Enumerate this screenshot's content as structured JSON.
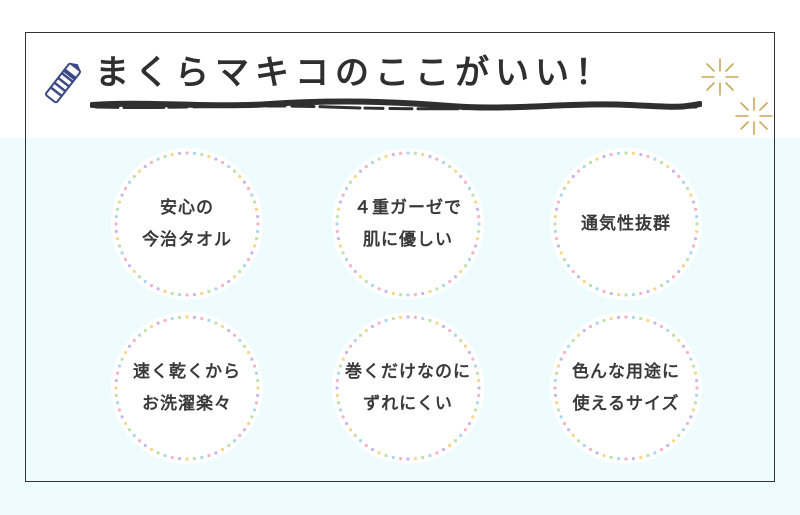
{
  "header": {
    "title": "まくらマキコのここがいい！"
  },
  "features": [
    {
      "line1": "安心の",
      "line2": "今治タオル"
    },
    {
      "line1": "４重ガーゼで",
      "line2": "肌に優しい"
    },
    {
      "line1": "通気性抜群",
      "line2": ""
    },
    {
      "line1": "速く乾くから",
      "line2": "お洗濯楽々"
    },
    {
      "line1": "巻くだけなのに",
      "line2": "ずれにくい"
    },
    {
      "line1": "色んな用途に",
      "line2": "使えるサイズ"
    }
  ],
  "colors": {
    "background_bottom": "#eefcfd",
    "dots": [
      "#f6b3c6",
      "#a9d6f0",
      "#b9e3a8",
      "#f7d58a",
      "#c9b6e8"
    ],
    "spark": "#c8a85a",
    "pencil": "#3b4a86"
  },
  "icons": [
    "pencil-icon",
    "sparkle-icon",
    "sparkle-icon"
  ]
}
